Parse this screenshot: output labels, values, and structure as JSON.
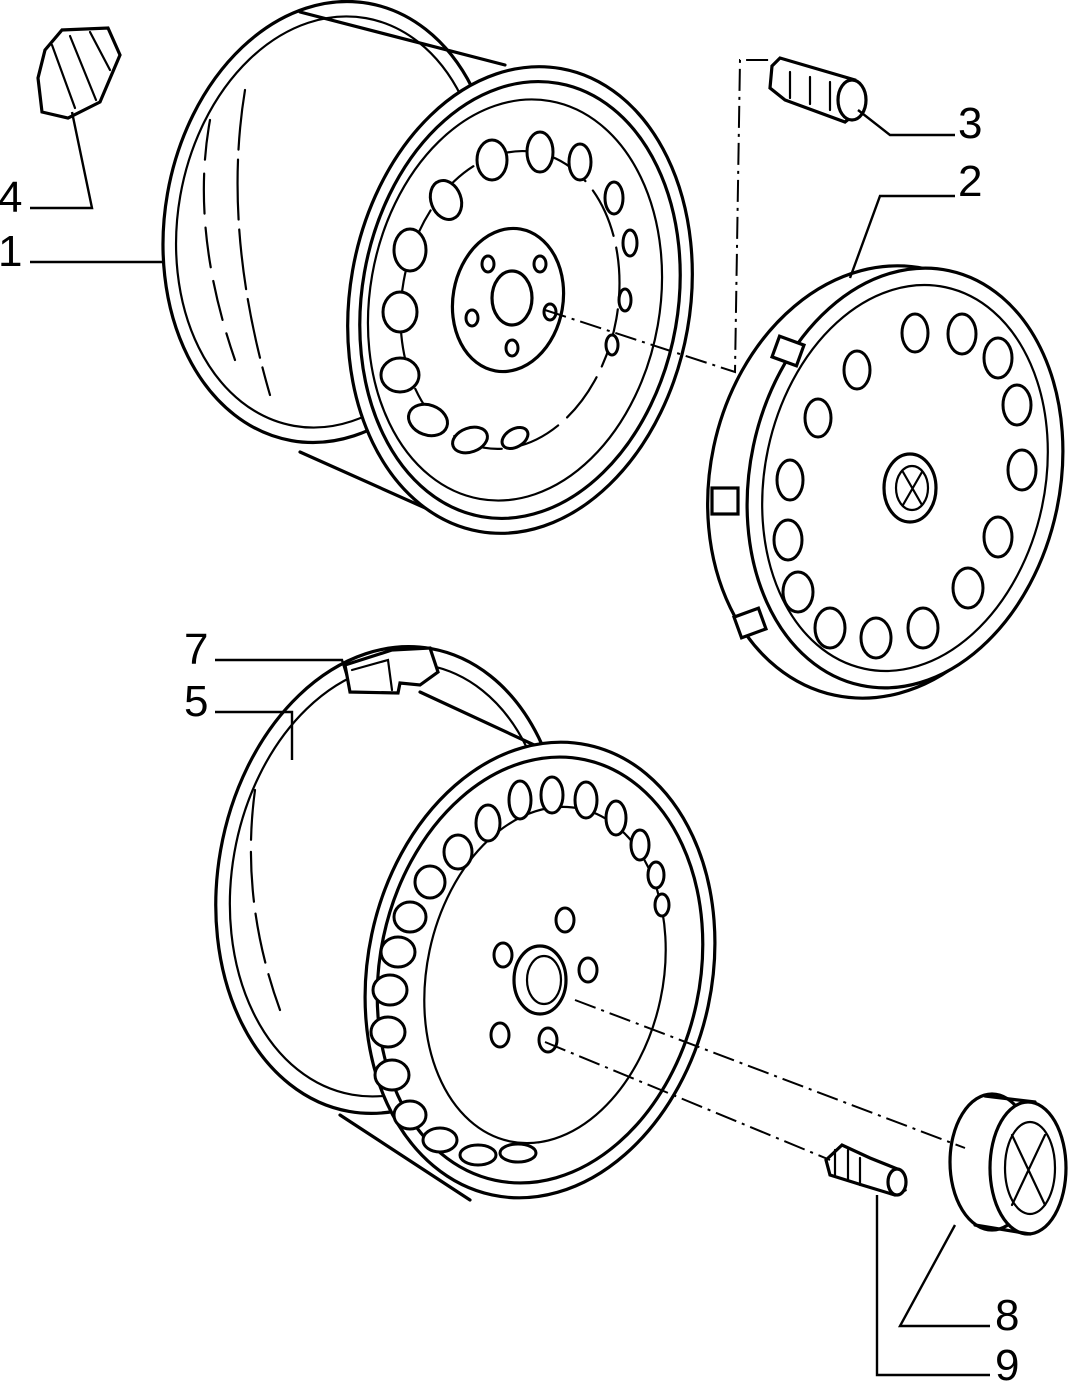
{
  "callouts": [
    {
      "id": "1",
      "label": "1"
    },
    {
      "id": "2",
      "label": "2"
    },
    {
      "id": "3",
      "label": "3"
    },
    {
      "id": "4",
      "label": "4"
    },
    {
      "id": "5",
      "label": "5"
    },
    {
      "id": "7",
      "label": "7"
    },
    {
      "id": "8",
      "label": "8"
    },
    {
      "id": "9",
      "label": "9"
    }
  ],
  "colors": {
    "line": "#000000",
    "background": "#ffffff"
  }
}
